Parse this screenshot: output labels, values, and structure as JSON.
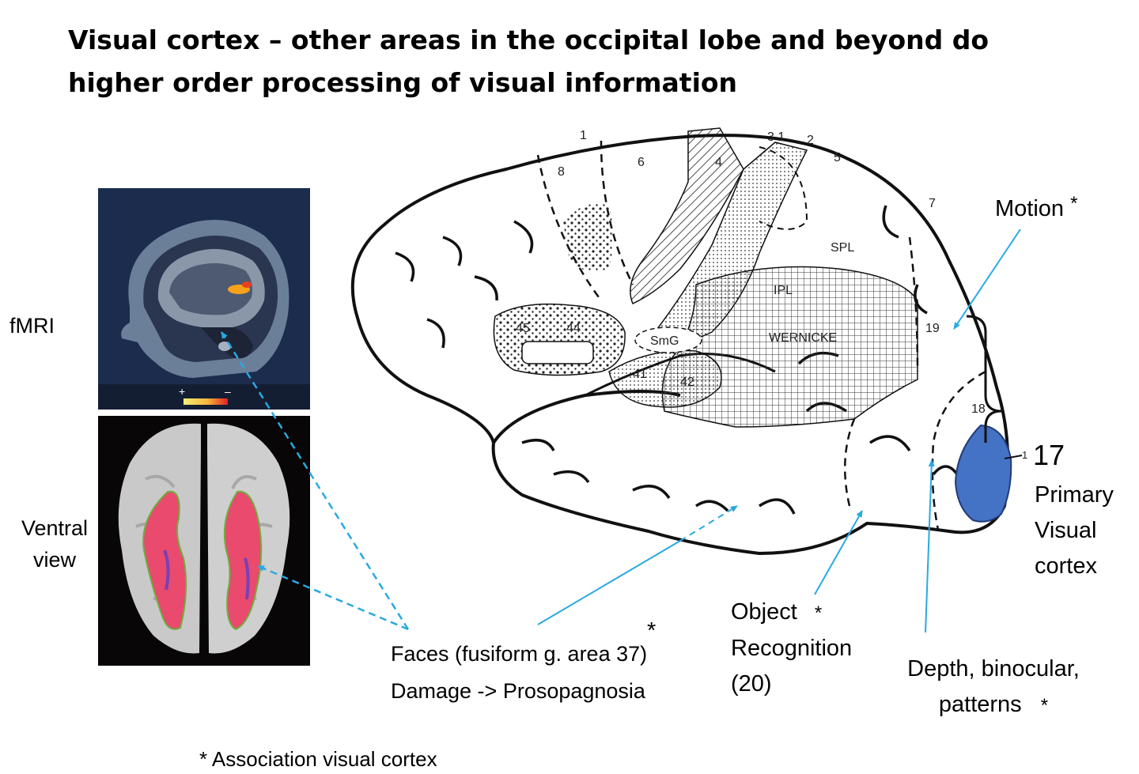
{
  "title": {
    "line1": "Visual cortex – other areas in the occipital lobe  and beyond do",
    "line2": "higher order processing of visual information"
  },
  "left": {
    "fmri_label": "fMRI",
    "ventral_line1": "Ventral",
    "ventral_line2": "view"
  },
  "fmri_colorbar": {
    "plus": "+",
    "minus": "–"
  },
  "brodmann": {
    "a1": "1",
    "a31": "3 1",
    "a2": "2",
    "a5": "5",
    "a4": "4",
    "a6": "6",
    "a8": "8",
    "a7": "7",
    "spl": "SPL",
    "ipl": "IPL",
    "a19": "19",
    "a45": "45",
    "a44": "44",
    "smg": "SmG",
    "wernicke": "WERNICKE",
    "a41": "41",
    "a42": "42",
    "a18": "18",
    "a17small": "1"
  },
  "labels": {
    "motion": "Motion",
    "motion_star": "*",
    "v1_number": "17",
    "v1_line1": "Primary",
    "v1_line2": "Visual",
    "v1_line3": "cortex",
    "object_line1": "Object",
    "object_star": "*",
    "object_line2": "Recognition",
    "object_line3": "(20)",
    "depth_line1": "Depth, binocular,",
    "depth_line2": "patterns",
    "depth_star": "*",
    "faces_star": "*",
    "faces_line1": "Faces (fusiform g. area 37)",
    "faces_line2": "Damage -> Prosopagnosia",
    "footnote": "* Association visual cortex"
  },
  "colors": {
    "arrow": "#29a9e1",
    "v1_fill": "#4472c4",
    "fusiform": "#e94a6d",
    "fmri_bg": "#1b2c4d",
    "activation": "#f7a21b"
  }
}
